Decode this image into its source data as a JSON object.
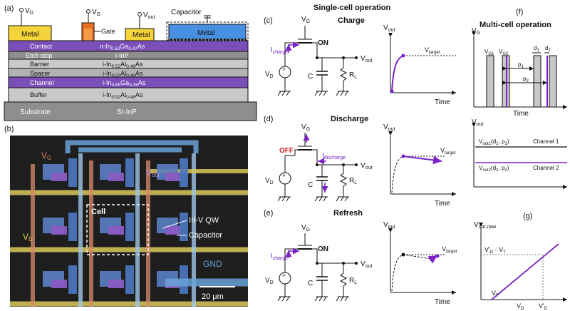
{
  "panels": {
    "a": "(a)",
    "b": "(b)",
    "c": "(c)",
    "d": "(d)",
    "e": "(e)",
    "f": "(f)",
    "g": "(g)"
  },
  "section_titles": {
    "single": "Single-cell operation",
    "multi": "Multi-cell operation"
  },
  "stack": {
    "top_labels": {
      "vd": "V",
      "vd_sub": "D",
      "vg": "V",
      "vg_sub": "G",
      "vout": "V",
      "vout_sub": "out",
      "capacitor": "Capacitor",
      "gate": "Gate"
    },
    "metal": "Metal",
    "layers": [
      {
        "left": "Contact",
        "right": "n-In",
        "s1": "0.53",
        "mid": "Ga",
        "s2": "0.47",
        "end": "As",
        "color": "#7a4fb8"
      },
      {
        "left": "Etch stop",
        "right": "i-InP",
        "s1": "",
        "mid": "",
        "s2": "",
        "end": "",
        "color": "#9a9a9a"
      },
      {
        "left": "Barrier",
        "right": "i-In",
        "s1": "0.52",
        "mid": "Al",
        "s2": "0.48",
        "end": "As",
        "color": "#c9c9c9"
      },
      {
        "left": "Spacer",
        "right": "i-In",
        "s1": "0.52",
        "mid": "Al",
        "s2": "0.48",
        "end": "As",
        "color": "#b3b3b3"
      },
      {
        "left": "Channel",
        "right": "i-In",
        "s1": "0.65",
        "mid": "Ga",
        "s2": "0.35",
        "end": "As",
        "color": "#7a4fb8"
      },
      {
        "left": "Buffer",
        "right": "i-In",
        "s1": "0.52",
        "mid": "Al",
        "s2": "0.48",
        "end": "As",
        "color": "#c9c9c9"
      }
    ],
    "substrate_left": "Substrate",
    "substrate_right": "SI-InP"
  },
  "micrograph": {
    "vg": "V",
    "vg_sub": "G",
    "vout": "V",
    "vout_sub": "out",
    "vd": "V",
    "vd_sub": "D",
    "cell": "Cell",
    "qw": "III-V QW",
    "capacitor": "Capacitor",
    "gnd": "GND",
    "scale": "20 μm"
  },
  "charge": {
    "title": "Charge",
    "vg": "V",
    "vg_sub": "G",
    "on": "ON",
    "icharge": "I",
    "icharge_sub": "charge",
    "vout": "V",
    "vout_sub": "out",
    "vd": "V",
    "vd_sub": "D",
    "c": "C",
    "rl": "R",
    "rl_sub": "L",
    "plot_y": "V",
    "plot_y_sub": "out",
    "plot_x": "Time",
    "target": "V",
    "target_sub": "target"
  },
  "discharge": {
    "title": "Discharge",
    "vg": "V",
    "vg_sub": "G",
    "off": "OFF",
    "idis": "I",
    "idis_sub": "discharge",
    "vout": "V",
    "vout_sub": "out",
    "vd": "V",
    "vd_sub": "D",
    "c": "C",
    "rl": "R",
    "rl_sub": "L",
    "plot_y": "V",
    "plot_y_sub": "out",
    "plot_x": "Time",
    "target": "V",
    "target_sub": "target"
  },
  "refresh": {
    "title": "Refresh",
    "vg": "V",
    "vg_sub": "G",
    "on": "ON",
    "icharge": "I",
    "icharge_sub": "charge",
    "vout": "V",
    "vout_sub": "out",
    "vd": "V",
    "vd_sub": "D",
    "c": "C",
    "rl": "R",
    "rl_sub": "L",
    "plot_y": "V",
    "plot_y_sub": "out",
    "plot_x": "Time",
    "target": "V",
    "target_sub": "target"
  },
  "pulses": {
    "y": "V",
    "y_sub": "G",
    "g1": "V",
    "g1_sub": "G1",
    "g2": "V",
    "g2_sub": "G2",
    "d1": "d",
    "d1_sub": "1",
    "d2": "d",
    "d2_sub": "2",
    "p1": "p",
    "p1_sub": "1",
    "p2": "p",
    "p2_sub": "2",
    "x": "Time"
  },
  "channels": {
    "y": "V",
    "y_sub": "out",
    "out1": "V",
    "out1_sub": "out1",
    "out1_args": "(d",
    "out1_a1": "1",
    "out1_mid": ", p",
    "out1_a2": "1",
    "out1_end": ")",
    "out2": "V",
    "out2_sub": "out2",
    "out2_args": "(d",
    "out2_a1": "2",
    "out2_mid": ", p",
    "out2_a2": "2",
    "out2_end": ")",
    "ch1": "Channel 1",
    "ch2": "Channel 2"
  },
  "vmax": {
    "y": "V",
    "y_sub": "out,max",
    "label": "V'",
    "label_sub": "D",
    "label_end": " - V",
    "label_sub2": "T",
    "vt": "V",
    "vt_sub": "T",
    "vd": "V",
    "vd_sub": "D",
    "vdp": "V'",
    "vdp_sub": "D"
  },
  "colors": {
    "purple": "#7a22c8",
    "red": "#d21c1c",
    "metal_yellow": "#f5d33b",
    "metal_blue": "#4a90e2",
    "gate_orange": "#e8701e"
  }
}
